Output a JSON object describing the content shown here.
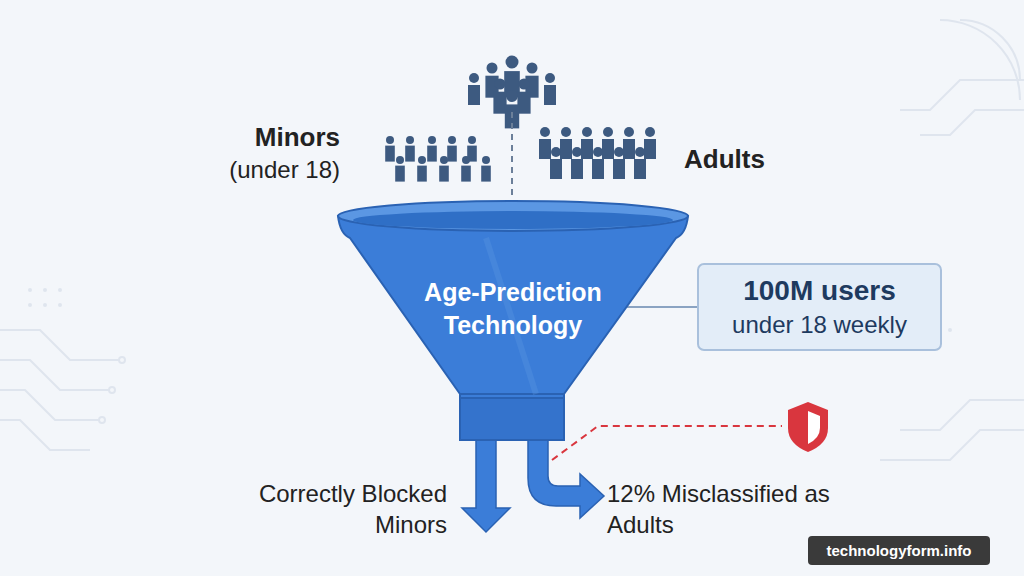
{
  "diagram": {
    "nodes": [
      {
        "text": [
          "Age-Prediction Technology"
        ]
      },
      {
        "text": [
          "100M users",
          "under 18 weekly"
        ]
      }
    ],
    "edges": [
      {
        "from": 0,
        "to": 1,
        "arrow": "none"
      }
    ],
    "labels": [
      "Minors",
      "(under 18)",
      "Adults",
      "Correctly Blocked Minors",
      "12% Misclassified as Adults",
      "technologyform.info"
    ]
  }
}
